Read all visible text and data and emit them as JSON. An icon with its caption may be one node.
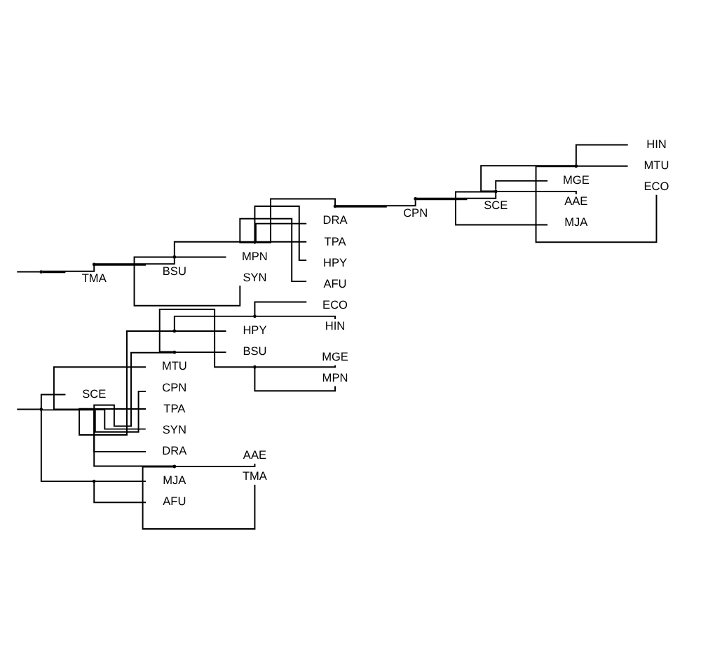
{
  "diagram": {
    "nodes": [
      {
        "text": [],
        "shape": "point"
      },
      {
        "text": [
          "SCE"
        ]
      },
      {
        "text": [],
        "shape": "point"
      },
      {
        "text": [],
        "shape": "point"
      },
      {
        "text": [],
        "shape": "point"
      },
      {
        "text": [
          "ECO"
        ]
      },
      {
        "text": [
          "HIN"
        ]
      },
      {
        "text": [
          "HPY"
        ]
      },
      {
        "text": [],
        "shape": "point"
      },
      {
        "text": [
          "BSU"
        ]
      },
      {
        "text": [],
        "shape": "point"
      },
      {
        "text": [
          "MGE"
        ]
      },
      {
        "text": [
          "MPN"
        ]
      },
      {
        "text": [
          "MTU"
        ]
      },
      {
        "text": [
          "CPN"
        ]
      },
      {
        "text": [
          "TPA"
        ]
      },
      {
        "text": [
          "SYN"
        ]
      },
      {
        "text": [
          "DRA"
        ]
      },
      {
        "text": [],
        "shape": "point"
      },
      {
        "text": [
          "AAE"
        ]
      },
      {
        "text": [
          "TMA"
        ]
      },
      {
        "text": [],
        "shape": "point"
      },
      {
        "text": [
          "MJA"
        ]
      },
      {
        "text": [
          "AFU"
        ]
      },
      {
        "text": [],
        "shape": "point"
      },
      {
        "text": [],
        "shape": "point"
      },
      {
        "text": [],
        "shape": "point"
      },
      {
        "text": [],
        "shape": "point"
      },
      {
        "text": [],
        "shape": "point"
      },
      {
        "text": [],
        "shape": "point"
      },
      {
        "text": [],
        "shape": "point"
      },
      {
        "text": [],
        "shape": "point"
      },
      {
        "text": [
          "HIN"
        ]
      },
      {
        "text": [
          "MTU"
        ]
      },
      {
        "text": [
          "ECO"
        ]
      },
      {
        "text": [
          "MGE"
        ]
      },
      {
        "text": [
          "AAE"
        ]
      },
      {
        "text": [
          "MJA"
        ]
      },
      {
        "text": [
          "SCE"
        ]
      },
      {
        "text": [
          "CPN"
        ]
      },
      {
        "text": [
          "DRA"
        ]
      },
      {
        "text": [
          "TPA"
        ]
      },
      {
        "text": [
          "HPY"
        ]
      },
      {
        "text": [
          "AFU"
        ]
      },
      {
        "text": [
          "MPN"
        ]
      },
      {
        "text": [
          "SYN"
        ]
      },
      {
        "text": [
          "BSU"
        ]
      },
      {
        "text": [
          "TMA"
        ]
      }
    ],
    "edges": [
      {
        "from": null,
        "to": 0,
        "arrow": "none"
      },
      {
        "from": 0,
        "to": 1,
        "arrow": "none"
      },
      {
        "from": 0,
        "to": 2,
        "arrow": "none"
      },
      {
        "from": 0,
        "to": 21,
        "arrow": "none"
      },
      {
        "from": 2,
        "to": 3,
        "arrow": "none"
      },
      {
        "from": 2,
        "to": 8,
        "arrow": "none"
      },
      {
        "from": 2,
        "to": 13,
        "arrow": "none"
      },
      {
        "from": 2,
        "to": 14,
        "arrow": "none"
      },
      {
        "from": 2,
        "to": 15,
        "arrow": "none"
      },
      {
        "from": 2,
        "to": 16,
        "arrow": "none"
      },
      {
        "from": 2,
        "to": 17,
        "arrow": "none"
      },
      {
        "from": 2,
        "to": 18,
        "arrow": "none"
      },
      {
        "from": 3,
        "to": 4,
        "arrow": "none"
      },
      {
        "from": 3,
        "to": 7,
        "arrow": "none"
      },
      {
        "from": 4,
        "to": 5,
        "arrow": "none"
      },
      {
        "from": 4,
        "to": 6,
        "arrow": "none"
      },
      {
        "from": 8,
        "to": 9,
        "arrow": "none"
      },
      {
        "from": 8,
        "to": 10,
        "arrow": "none"
      },
      {
        "from": 10,
        "to": 11,
        "arrow": "none"
      },
      {
        "from": 10,
        "to": 12,
        "arrow": "none"
      },
      {
        "from": 18,
        "to": 19,
        "arrow": "none"
      },
      {
        "from": 18,
        "to": 20,
        "arrow": "none"
      },
      {
        "from": 21,
        "to": 22,
        "arrow": "none"
      },
      {
        "from": 21,
        "to": 23,
        "arrow": "none"
      },
      {
        "from": null,
        "to": 24,
        "arrow": "none"
      },
      {
        "from": 24,
        "to": 25,
        "arrow": "none"
      },
      {
        "from": 24,
        "to": 47,
        "arrow": "none"
      },
      {
        "from": 25,
        "to": 26,
        "arrow": "none"
      },
      {
        "from": 25,
        "to": 46,
        "arrow": "none"
      },
      {
        "from": 26,
        "to": 27,
        "arrow": "none"
      },
      {
        "from": 26,
        "to": 44,
        "arrow": "none"
      },
      {
        "from": 26,
        "to": 45,
        "arrow": "none"
      },
      {
        "from": 27,
        "to": 28,
        "arrow": "none"
      },
      {
        "from": 27,
        "to": 40,
        "arrow": "none"
      },
      {
        "from": 27,
        "to": 41,
        "arrow": "none"
      },
      {
        "from": 27,
        "to": 42,
        "arrow": "none"
      },
      {
        "from": 27,
        "to": 43,
        "arrow": "none"
      },
      {
        "from": 28,
        "to": 29,
        "arrow": "none"
      },
      {
        "from": 28,
        "to": 39,
        "arrow": "none"
      },
      {
        "from": 29,
        "to": 30,
        "arrow": "none"
      },
      {
        "from": 29,
        "to": 38,
        "arrow": "none"
      },
      {
        "from": 30,
        "to": 31,
        "arrow": "none"
      },
      {
        "from": 30,
        "to": 35,
        "arrow": "none"
      },
      {
        "from": 30,
        "to": 36,
        "arrow": "none"
      },
      {
        "from": 30,
        "to": 37,
        "arrow": "none"
      },
      {
        "from": 31,
        "to": 32,
        "arrow": "none"
      },
      {
        "from": 31,
        "to": 33,
        "arrow": "none"
      },
      {
        "from": 31,
        "to": 34,
        "arrow": "none"
      }
    ]
  }
}
